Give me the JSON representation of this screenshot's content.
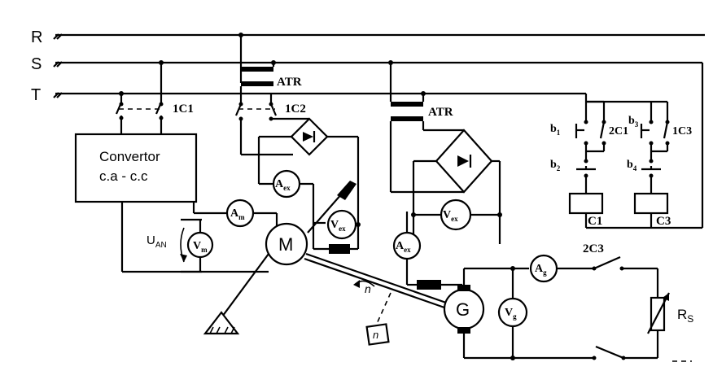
{
  "lines": {
    "r": "R",
    "s": "S",
    "t": "T"
  },
  "contactors": {
    "c1_main": "1C1",
    "c2_main": "1C2",
    "c1_aux": "2C1",
    "c3_aux": "1C3",
    "c3_gen": "2C3"
  },
  "transformers": {
    "atr_motor": "ATR",
    "atr_gen": "ATR"
  },
  "converter": {
    "line1": "Convertor",
    "line2": "c.a - c.c"
  },
  "motor": {
    "label": "M",
    "voltage_label": "U",
    "voltage_sub": "AN"
  },
  "generator": {
    "label": "G"
  },
  "meters": {
    "am": {
      "main": "A",
      "sub": "m"
    },
    "vm": {
      "main": "V",
      "sub": "m"
    },
    "aex1": {
      "main": "A",
      "sub": "ex"
    },
    "vex1": {
      "main": "V",
      "sub": "ex"
    },
    "vex2": {
      "main": "V",
      "sub": "ex"
    },
    "aex2": {
      "main": "A",
      "sub": "ex"
    },
    "ag": {
      "main": "A",
      "sub": "g"
    },
    "vg": {
      "main": "V",
      "sub": "g"
    }
  },
  "buttons": {
    "b1": {
      "main": "b",
      "sub": "1"
    },
    "b2": {
      "main": "b",
      "sub": "2"
    },
    "b3": {
      "main": "b",
      "sub": "3"
    },
    "b4": {
      "main": "b",
      "sub": "4"
    }
  },
  "coils": {
    "c1": "C1",
    "c3": "C3"
  },
  "load": {
    "main": "R",
    "sub": "S"
  },
  "speed": {
    "shaft": "n",
    "tacho": "n"
  }
}
